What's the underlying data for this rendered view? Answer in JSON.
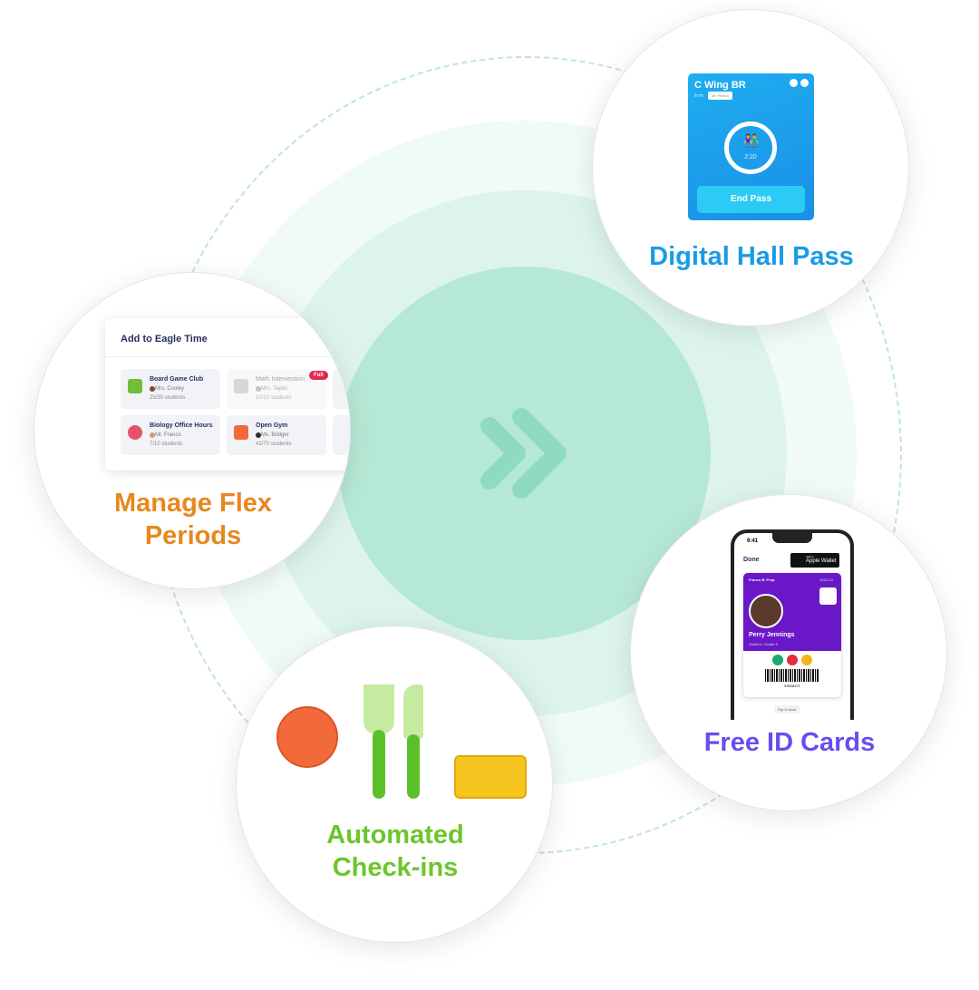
{
  "flex": {
    "title": "Manage Flex Periods",
    "line1": "Manage Flex",
    "line2": "Periods",
    "card_title": "Add to Eagle Time",
    "items": [
      {
        "name": "Board Game Club",
        "teacher": "Mrs. Cooley",
        "count": "25/30 students"
      },
      {
        "name": "Math Intervention",
        "teacher": "Mrs. Taylor",
        "count": "10/10 students",
        "badge": "Full"
      },
      {
        "name": "Biology Office Hours",
        "teacher": "Mr. Franco",
        "count": "7/10 students"
      },
      {
        "name": "Open Gym",
        "teacher": "Ms. Bridger",
        "count": "42/70 students"
      }
    ],
    "color": "#e8871e"
  },
  "hallpass": {
    "title": "Digital Hall Pass",
    "room": "C Wing BR",
    "from_label": "from",
    "from_teacher": "Mr. Franco",
    "timer": "2:20",
    "end_button": "End Pass",
    "color": "#1a9be6"
  },
  "idcard": {
    "title": "Free ID Cards",
    "time": "9:41",
    "done": "Done",
    "wallet_small": "Add to",
    "wallet": "Apple Wallet",
    "school": "Franco B. Prep",
    "year": "2022-23",
    "student_name": "Perry Jennings",
    "role": "Student",
    "grade": "Grade 9",
    "barcode": "93928371",
    "flip": "Flip to back",
    "color": "#6a4cf0"
  },
  "checkins": {
    "line1": "Automated",
    "line2": "Check-ins",
    "color": "#6cc62a"
  },
  "center": {
    "icon": "double-chevron-right-icon",
    "color": "#8edbc0"
  }
}
